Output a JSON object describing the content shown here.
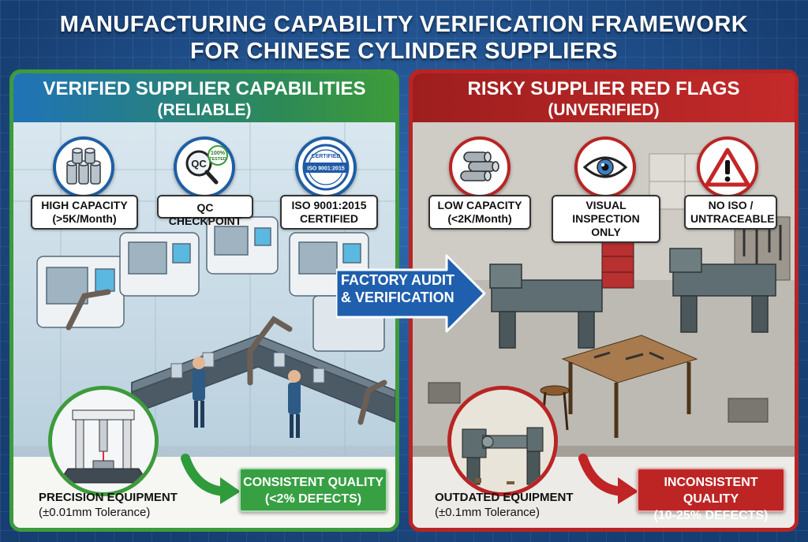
{
  "title": {
    "line1": "MANUFACTURING CAPABILITY VERIFICATION FRAMEWORK",
    "line2": "FOR CHINESE CYLINDER SUPPLIERS"
  },
  "left_panel": {
    "heading": "VERIFIED SUPPLIER CAPABILITIES",
    "subheading": "(RELIABLE)",
    "icons": [
      {
        "icon": "cylinders-stack-icon",
        "label1": "HIGH CAPACITY",
        "label2": "(>5K/Month)"
      },
      {
        "icon": "qc-magnifier-icon",
        "label1": "QC CHECKPOINT",
        "label2": "",
        "badge": "QC",
        "stamp1": "100%",
        "stamp2": "TESTED"
      },
      {
        "icon": "iso-seal-icon",
        "label1": "ISO 9001:2015",
        "label2": "CERTIFIED",
        "seal_top": "CERTIFIED",
        "seal_mid": "ISO 9001:2015"
      }
    ],
    "equipment_label": "PRECISION EQUIPMENT",
    "equipment_tolerance": "(±0.01mm Tolerance)",
    "quality_line1": "CONSISTENT QUALITY",
    "quality_line2": "(<2% DEFECTS)",
    "accent": "#3d9b3a"
  },
  "right_panel": {
    "heading": "RISKY SUPPLIER RED FLAGS",
    "subheading": "(UNVERIFIED)",
    "icons": [
      {
        "icon": "cylinders-pile-icon",
        "label1": "LOW CAPACITY",
        "label2": "(<2K/Month)"
      },
      {
        "icon": "eye-icon",
        "label1": "VISUAL",
        "label2": "INSPECTION ONLY"
      },
      {
        "icon": "warning-triangle-icon",
        "label1": "NO ISO /",
        "label2": "UNTRACEABLE"
      }
    ],
    "equipment_label": "OUTDATED EQUIPMENT",
    "equipment_tolerance": "(±0.1mm Tolerance)",
    "quality_line1": "INCONSISTENT QUALITY",
    "quality_line2": "(10-25% DEFECTS)",
    "accent": "#b92424"
  },
  "center_arrow": {
    "line1": "FACTORY AUDIT",
    "line2": "& VERIFICATION"
  }
}
